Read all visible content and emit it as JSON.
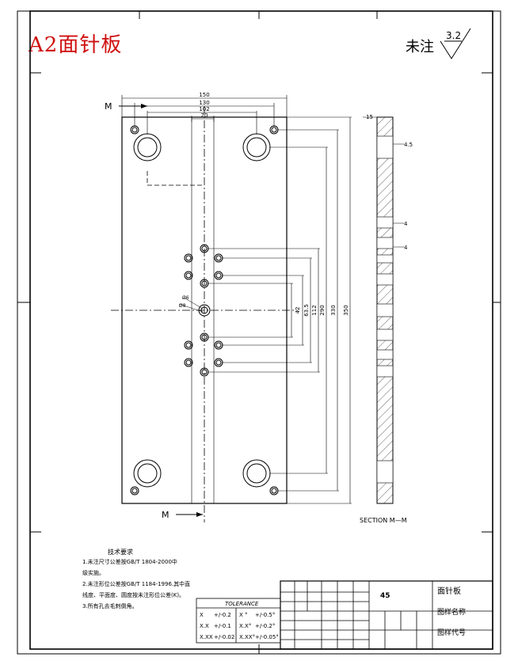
{
  "title": "A2面针板",
  "surface_note": "未注",
  "roughness": "3.2",
  "section_label_left": "M",
  "section_label_bottom": "M",
  "section_caption": "SECTION M—M",
  "dims_horizontal": [
    "150",
    "130",
    "102",
    "20"
  ],
  "dims_vertical": [
    "42",
    "63.5",
    "112",
    "290",
    "330",
    "350"
  ],
  "side_dims": [
    "15",
    "4.5",
    "4",
    "4"
  ],
  "hole_labels": [
    "Ø6",
    "Ø8"
  ],
  "tech_notes": {
    "heading": "技术要求",
    "items": [
      "1.未注尺寸公差按GB/T 1804-2000中",
      "  级实施。",
      "2.未注形位公差按GB/T 1184-1996.其中直",
      "  线度、平面度、圆度按未注形位公差(K)。",
      "3.所有孔去毛刺倒角。"
    ]
  },
  "tolerance": {
    "header": "TOLERANCE",
    "rows": [
      [
        "X",
        "+/-0.2",
        "X °",
        "+/-0.5°"
      ],
      [
        "X.X",
        "+/-0.1",
        "X.X°",
        "+/-0.2°"
      ],
      [
        "X.XX",
        "+/-0.02",
        "X.XX°",
        "+/-0.05°"
      ]
    ]
  },
  "title_block": {
    "material": "45",
    "part_name": "面针板",
    "label_drawing_name": "图样名称",
    "label_drawing_code": "图样代号"
  }
}
